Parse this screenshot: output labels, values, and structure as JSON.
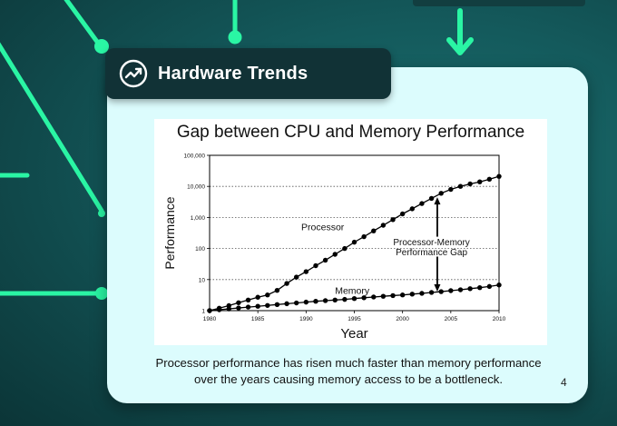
{
  "slide": {
    "header_title": "Hardware Trends",
    "header_icon": "trend-chart-icon",
    "caption_line1": "Processor performance has risen much faster than memory performance",
    "caption_line2": "over the years causing memory access to be a bottleneck.",
    "page_number": "4",
    "colors": {
      "accent": "#2af5a4",
      "header_bg": "#113236",
      "card_bg": "#dcfcfd",
      "background": "#145a5c"
    }
  },
  "chart_data": {
    "type": "line",
    "title": "Gap between CPU and Memory Performance",
    "xlabel": "Year",
    "ylabel": "Performance",
    "y_scale": "log",
    "xlim": [
      1980,
      2010
    ],
    "ylim": [
      1,
      100000
    ],
    "x_ticks": [
      "1980",
      "1985",
      "1990",
      "1995",
      "2000",
      "2005",
      "2010"
    ],
    "y_ticks": [
      "1",
      "10",
      "100",
      "1,000",
      "10,000",
      "100,000"
    ],
    "grid": "dotted horizontal",
    "annotations": [
      "Processor",
      "Memory",
      "Processor-Memory",
      "Performance Gap"
    ],
    "series": [
      {
        "name": "Processor",
        "x": [
          1980,
          1981,
          1982,
          1983,
          1984,
          1985,
          1986,
          1987,
          1988,
          1989,
          1990,
          1991,
          1992,
          1993,
          1994,
          1995,
          1996,
          1997,
          1998,
          1999,
          2000,
          2001,
          2002,
          2003,
          2004,
          2005,
          2006,
          2007,
          2008,
          2009,
          2010
        ],
        "values": [
          1,
          1.2,
          1.45,
          1.8,
          2.2,
          2.7,
          3.2,
          4.5,
          7.5,
          12,
          18,
          28,
          42,
          65,
          100,
          160,
          240,
          370,
          560,
          850,
          1300,
          1900,
          2800,
          4100,
          6000,
          8000,
          10000,
          12000,
          14000,
          17000,
          21000
        ]
      },
      {
        "name": "Memory",
        "x": [
          1980,
          1981,
          1982,
          1983,
          1984,
          1985,
          1986,
          1987,
          1988,
          1989,
          1990,
          1991,
          1992,
          1993,
          1994,
          1995,
          1996,
          1997,
          1998,
          1999,
          2000,
          2001,
          2002,
          2003,
          2004,
          2005,
          2006,
          2007,
          2008,
          2009,
          2010
        ],
        "values": [
          1,
          1.07,
          1.14,
          1.22,
          1.3,
          1.38,
          1.47,
          1.57,
          1.67,
          1.77,
          1.88,
          2.0,
          2.1,
          2.2,
          2.3,
          2.45,
          2.6,
          2.75,
          2.9,
          3.05,
          3.2,
          3.4,
          3.6,
          3.85,
          4.1,
          4.4,
          4.7,
          5.1,
          5.5,
          6.0,
          6.7
        ]
      }
    ]
  }
}
